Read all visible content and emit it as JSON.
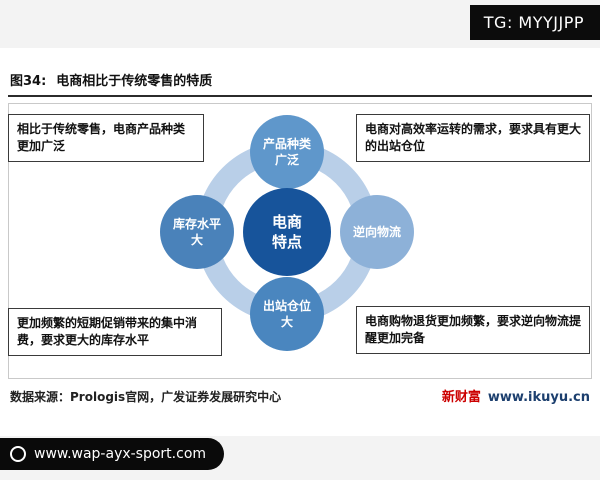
{
  "overlays": {
    "tg_badge": "TG: MYYJJPP",
    "site_badge": "www.wap-ayx-sport.com"
  },
  "figure": {
    "label": "图34:",
    "title": "电商相比于传统零售的特质"
  },
  "diagram": {
    "center": {
      "line1": "电商",
      "line2": "特点"
    },
    "nodes": [
      {
        "id": "product-variety",
        "line1": "产品种类",
        "line2": "广泛",
        "color": "#5f97cb"
      },
      {
        "id": "inventory-level",
        "line1": "库存水平",
        "line2": "大",
        "color": "#4a82ba"
      },
      {
        "id": "reverse-logistics",
        "line1": "逆向物流",
        "line2": "",
        "color": "#8db1d8"
      },
      {
        "id": "outbound-position",
        "line1": "出站仓位",
        "line2": "大",
        "color": "#4a86bf"
      }
    ],
    "callouts": [
      {
        "id": "top-left",
        "text": "相比于传统零售，电商产品种类更加广泛"
      },
      {
        "id": "top-right",
        "text": "电商对高效率运转的需求，要求具有更大的出站仓位"
      },
      {
        "id": "bottom-left",
        "text": "更加频繁的短期促销带来的集中消费，要求更大的库存水平"
      },
      {
        "id": "bottom-right",
        "text": "电商购物退货更加频繁，要求逆向物流提醒更加完备"
      }
    ]
  },
  "footer": {
    "source": "数据来源：Prologis官网，广发证券发展研究中心",
    "brand": "新财富",
    "brand_url": "www.ikuyu.cn"
  },
  "colors": {
    "ring": "#b9cfe8",
    "center": "#17549b",
    "brand_red": "#cc0000",
    "brand_navy": "#1c3f6e"
  }
}
